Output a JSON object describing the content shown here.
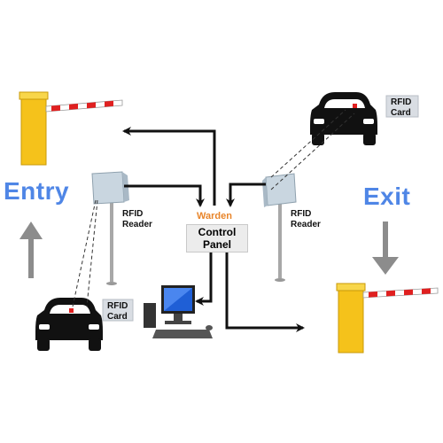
{
  "labels": {
    "entry": "Entry",
    "exit": "Exit",
    "rfid_card_line1": "RFID",
    "rfid_card_line2": "Card",
    "rfid_reader_line1": "RFID",
    "rfid_reader_line2": "Reader",
    "warden": "Warden",
    "control_panel_line1": "Control",
    "control_panel_line2": "Panel"
  },
  "colors": {
    "entry_exit_text": "#4f86e6",
    "warden_text": "#e8852a",
    "barrier_post": "#f5c21b",
    "barrier_arm_red": "#e02020",
    "reader_panel": "#c9d6e0",
    "car": "#111111",
    "flow_arrow": "#111111",
    "direction_arrow": "#8c8c8c"
  },
  "icons": [
    "barrier-gate-icon",
    "car-icon",
    "rfid-reader-icon",
    "computer-icon",
    "arrow-up-icon",
    "arrow-down-icon"
  ]
}
